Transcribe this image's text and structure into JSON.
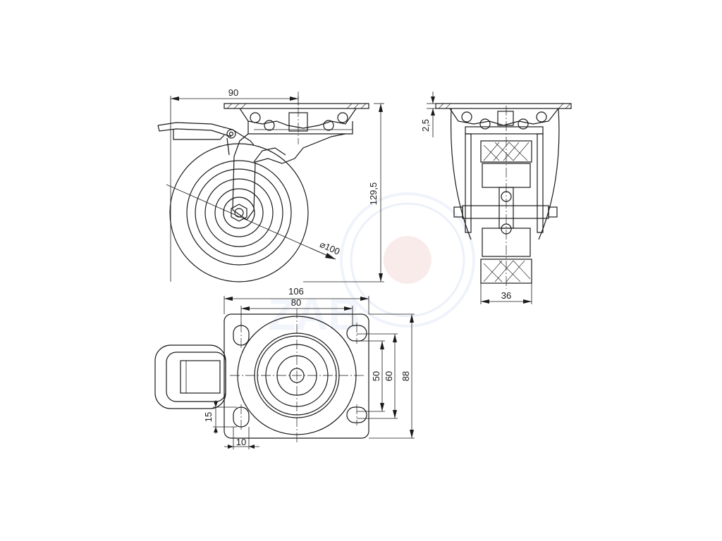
{
  "dimensions": {
    "top_width": "90",
    "height": "129,5",
    "wheel_diameter": "⌀100",
    "plate_thickness": "2,5",
    "wheel_width": "36",
    "plate_width": "106",
    "hole_spacing_x": "80",
    "hole_spacing_y": "50",
    "hole_spacing_y_outer": "60",
    "plate_length": "88",
    "slot_length": "15",
    "slot_width": "10"
  },
  "colors": {
    "line": "#1a1a1a",
    "watermark_blue": "#d6e3f5",
    "watermark_red": "#f7d6d6"
  }
}
